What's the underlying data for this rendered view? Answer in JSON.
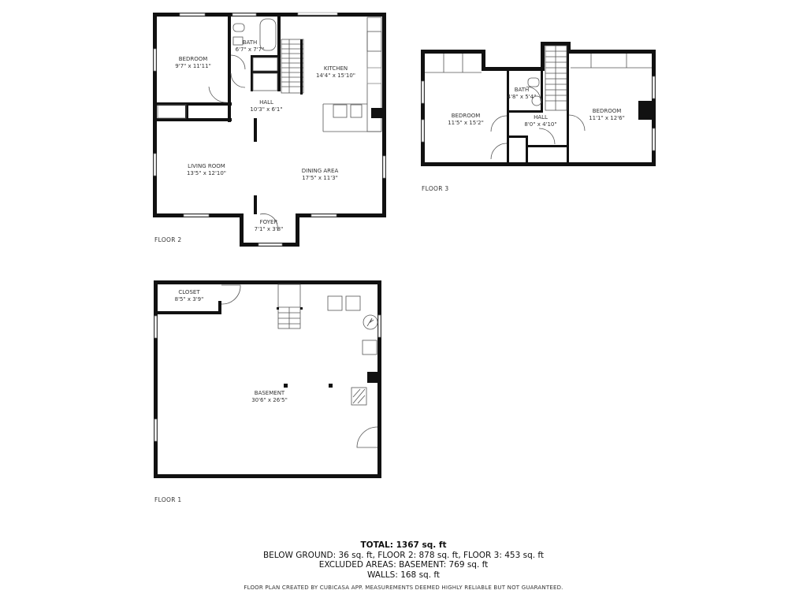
{
  "floors": [
    {
      "label": "FLOOR 2",
      "rooms": [
        {
          "name": "BEDROOM",
          "dims": "9'7\" x 11'11\""
        },
        {
          "name": "BATH",
          "dims": "6'7\" x 7'7\""
        },
        {
          "name": "KITCHEN",
          "dims": "14'4\" x 15'10\""
        },
        {
          "name": "HALL",
          "dims": "10'3\" x 6'1\""
        },
        {
          "name": "LIVING ROOM",
          "dims": "13'5\" x 12'10\""
        },
        {
          "name": "DINING AREA",
          "dims": "17'5\" x 11'3\""
        },
        {
          "name": "FOYER",
          "dims": "7'1\" x 3'8\""
        }
      ]
    },
    {
      "label": "FLOOR 3",
      "rooms": [
        {
          "name": "BEDROOM",
          "dims": "11'5\" x 15'2\""
        },
        {
          "name": "BATH",
          "dims": "4'8\" x 5'4\""
        },
        {
          "name": "HALL",
          "dims": "8'0\" x 4'10\""
        },
        {
          "name": "BEDROOM",
          "dims": "11'1\" x 12'6\""
        }
      ]
    },
    {
      "label": "FLOOR 1",
      "rooms": [
        {
          "name": "CLOSET",
          "dims": "8'5\" x 3'9\""
        },
        {
          "name": "BASEMENT",
          "dims": "30'6\" x 26'5\""
        }
      ]
    }
  ],
  "summary": {
    "total": "TOTAL: 1367 sq. ft",
    "below_ground": "BELOW GROUND: 36 sq. ft, FLOOR 2: 878 sq. ft, FLOOR 3: 453 sq. ft",
    "excluded": "EXCLUDED AREAS: BASEMENT: 769 sq. ft",
    "walls": "WALLS: 168 sq. ft"
  },
  "disclaimer": "FLOOR PLAN CREATED BY CUBICASA APP. MEASUREMENTS DEEMED HIGHLY RELIABLE BUT NOT GUARANTEED."
}
